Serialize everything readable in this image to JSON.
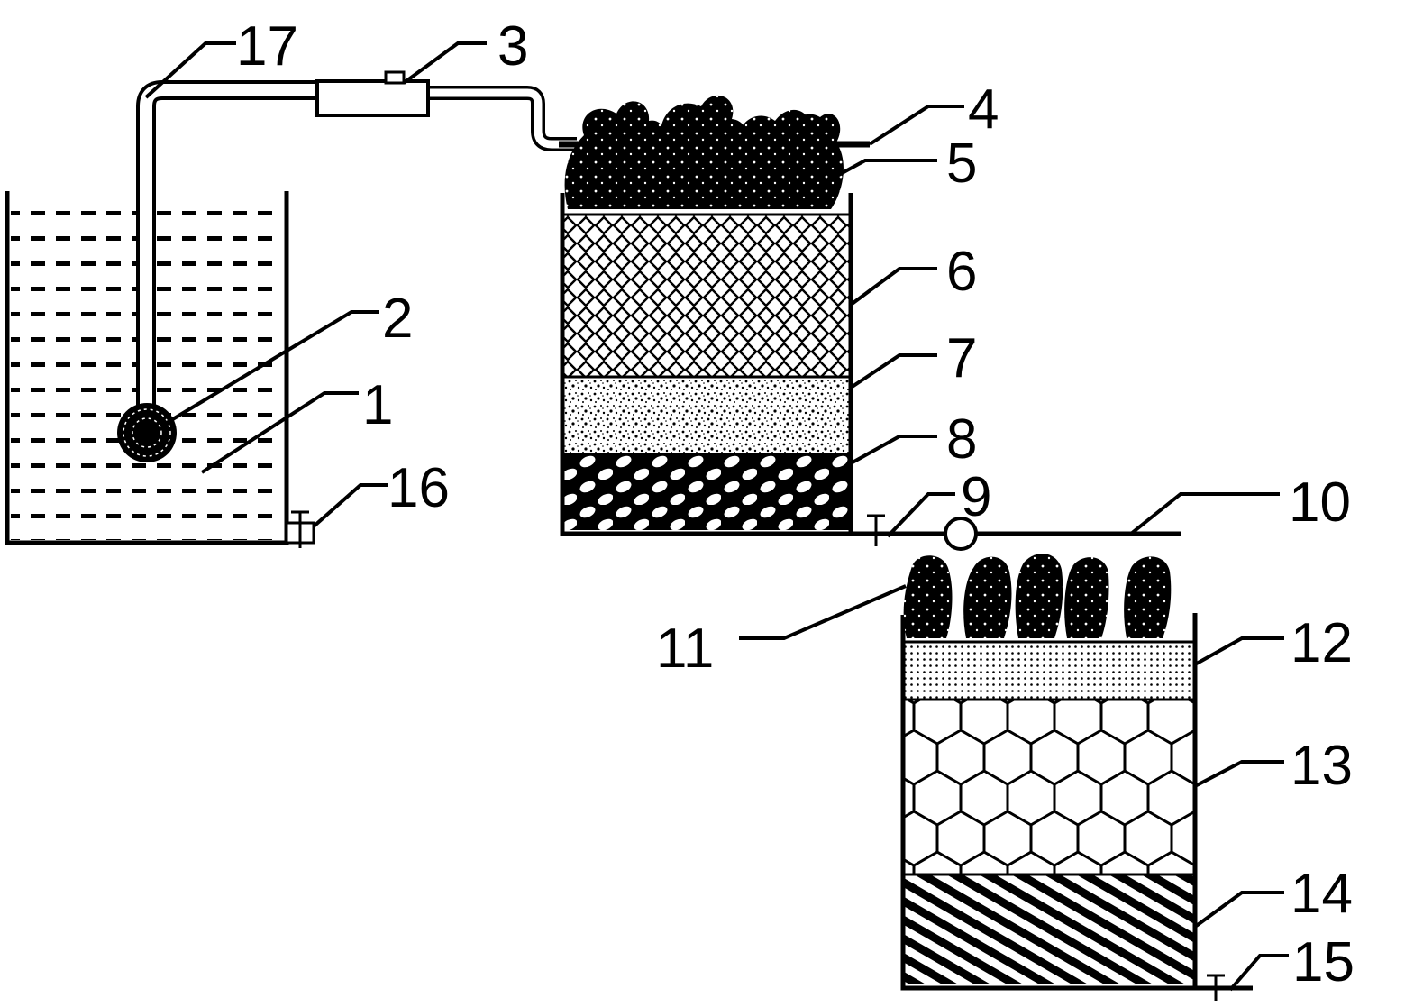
{
  "diagram": {
    "callouts": [
      {
        "id": "c1",
        "text": "1"
      },
      {
        "id": "c2",
        "text": "2"
      },
      {
        "id": "c3",
        "text": "3"
      },
      {
        "id": "c4",
        "text": "4"
      },
      {
        "id": "c5",
        "text": "5"
      },
      {
        "id": "c6",
        "text": "6"
      },
      {
        "id": "c7",
        "text": "7"
      },
      {
        "id": "c8",
        "text": "8"
      },
      {
        "id": "c9",
        "text": "9"
      },
      {
        "id": "c10",
        "text": "10"
      },
      {
        "id": "c11",
        "text": "11"
      },
      {
        "id": "c12",
        "text": "12"
      },
      {
        "id": "c13",
        "text": "13"
      },
      {
        "id": "c14",
        "text": "14"
      },
      {
        "id": "c15",
        "text": "15"
      },
      {
        "id": "c16",
        "text": "16"
      },
      {
        "id": "c17",
        "text": "17"
      }
    ],
    "colors": {
      "ink": "#000000",
      "background": "#ffffff"
    }
  }
}
